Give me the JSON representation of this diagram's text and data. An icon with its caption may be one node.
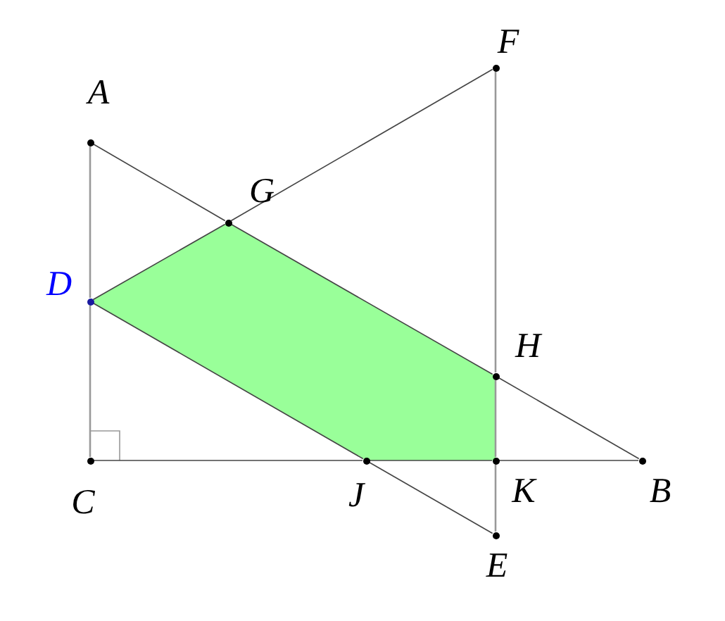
{
  "diagram": {
    "nodes": [
      {
        "text": [],
        "shape": "circle",
        "beside": [
          "F"
        ]
      },
      {
        "text": [],
        "shape": "circle",
        "beside": [
          "A"
        ]
      },
      {
        "text": [],
        "shape": "circle",
        "beside": [
          "G"
        ]
      },
      {
        "text": [],
        "shape": "circle",
        "beside": [
          "D"
        ]
      },
      {
        "text": [],
        "shape": "circle",
        "beside": [
          "H"
        ]
      },
      {
        "text": [],
        "shape": "circle",
        "beside": [
          "C"
        ]
      },
      {
        "text": [],
        "shape": "circle",
        "beside": [
          "J"
        ]
      },
      {
        "text": [],
        "shape": "circle",
        "beside": [
          "K"
        ]
      },
      {
        "text": [],
        "shape": "circle",
        "beside": [
          "B"
        ]
      },
      {
        "text": [],
        "shape": "circle",
        "beside": [
          "E"
        ]
      }
    ],
    "edges": [
      {
        "from": 1,
        "to": 2,
        "arrow": "none"
      },
      {
        "from": 2,
        "to": 4,
        "arrow": "none"
      },
      {
        "from": 4,
        "to": 8,
        "arrow": "none"
      },
      {
        "from": 1,
        "to": 3,
        "arrow": "none",
        "color": "#999999"
      },
      {
        "from": 3,
        "to": 5,
        "arrow": "none",
        "color": "#999999"
      },
      {
        "from": 5,
        "to": 6,
        "arrow": "none"
      },
      {
        "from": 6,
        "to": 7,
        "arrow": "none"
      },
      {
        "from": 7,
        "to": 8,
        "arrow": "none"
      },
      {
        "from": 3,
        "to": 2,
        "arrow": "none"
      },
      {
        "from": 2,
        "to": 0,
        "arrow": "none"
      },
      {
        "from": 3,
        "to": 6,
        "arrow": "none"
      },
      {
        "from": 6,
        "to": 9,
        "arrow": "none"
      },
      {
        "from": 0,
        "to": 4,
        "arrow": "none",
        "color": "#999999"
      },
      {
        "from": 4,
        "to": 7,
        "arrow": "none",
        "color": "#999999"
      },
      {
        "from": 7,
        "to": 9,
        "arrow": "none",
        "color": "#999999"
      }
    ]
  }
}
